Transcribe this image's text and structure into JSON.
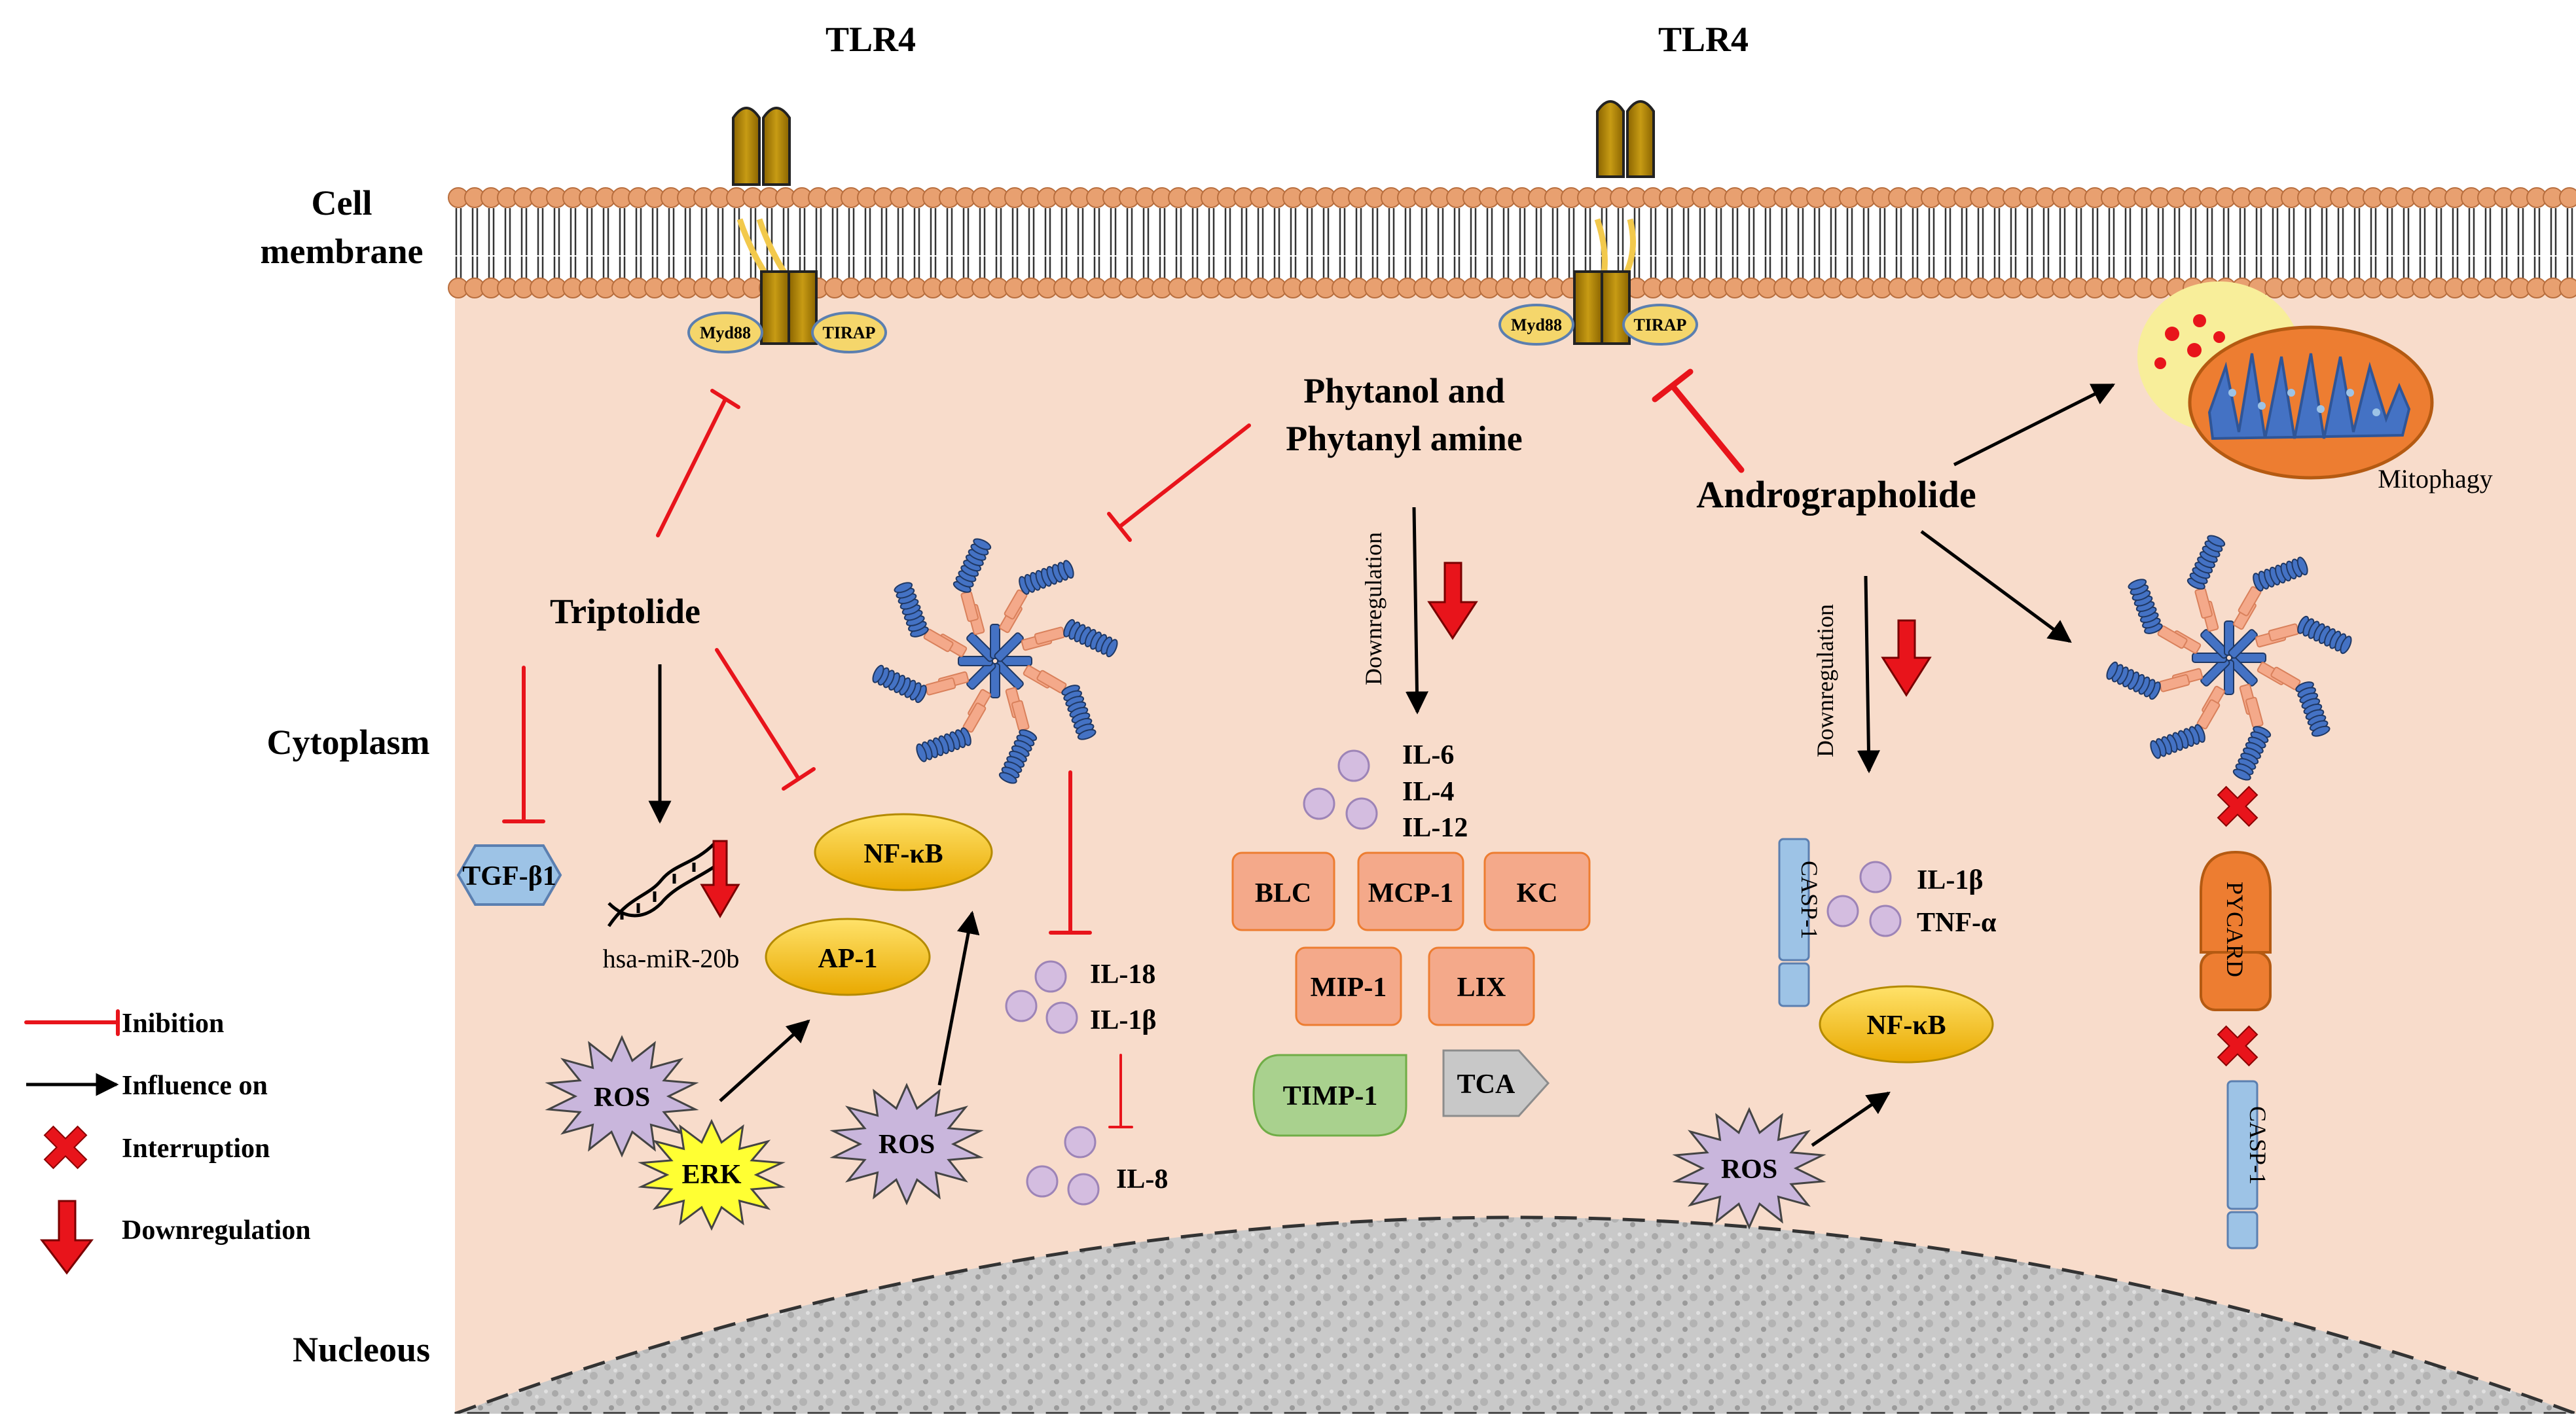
{
  "labels": {
    "tlr4_left": "TLR4",
    "tlr4_right": "TLR4",
    "cell_membrane_1": "Cell",
    "cell_membrane_2": "membrane",
    "cytoplasm": "Cytoplasm",
    "nucleous": "Nucleous",
    "myd88_left": "Myd88",
    "tirap_left": "TIRAP",
    "myd88_right": "Myd88",
    "tirap_right": "TIRAP",
    "phytanol_1": "Phytanol and",
    "phytanol_2": "Phytanyl amine",
    "andrographolide": "Andrographolide",
    "mitophagy": "Mitophagy",
    "triptolide": "Triptolide",
    "tgf": "TGF-β1",
    "mirna": "hsa-miR-20b",
    "nfkb_left": "NF-κB",
    "ap1": "AP-1",
    "ros_left": "ROS",
    "erk": "ERK",
    "ros_mid": "ROS",
    "il18": "IL-18",
    "il1b_mid": "IL-1β",
    "il8": "IL-8",
    "downreg_mid": "Downregulation",
    "il6": "IL-6",
    "il4": "IL-4",
    "il12": "IL-12",
    "blc": "BLC",
    "mcp1": "MCP-1",
    "kc": "KC",
    "mip1": "MIP-1",
    "lix": "LIX",
    "timp1": "TIMP-1",
    "tca": "TCA",
    "downreg_right": "Downregulation",
    "casp1_left": "CASP-1",
    "il1b_right": "IL-1β",
    "tnfa": "TNF-α",
    "nfkb_right": "NF-κB",
    "ros_right": "ROS",
    "pycard": "PYCARD",
    "casp1_right": "CASP-1"
  },
  "legend": {
    "inhibition": "Inibition",
    "influence": "Influence on",
    "interruption": "Interruption",
    "downregulation": "Downregulation"
  },
  "colors": {
    "cytoplasm": "#f8dccb",
    "nucleus": "#c9c9c9",
    "membrane_head": "#e8a070",
    "tlr4": "#b8860b",
    "oval_yellow": "#f5c518",
    "cytokine_box": "#f4a98a",
    "inhibition": "#e8141b",
    "influence": "#000000",
    "ros": "#c9b6dc",
    "erk": "#ffff33",
    "tgf": "#9dc3e6",
    "timp": "#a9d18e",
    "tca": "#c8c8c8",
    "casp": "#9dc3e6",
    "pycard": "#ed7d31",
    "mito": "#ed7d31",
    "inflammasome_blue": "#2f5597",
    "inflammasome_pink": "#f4a98a"
  }
}
